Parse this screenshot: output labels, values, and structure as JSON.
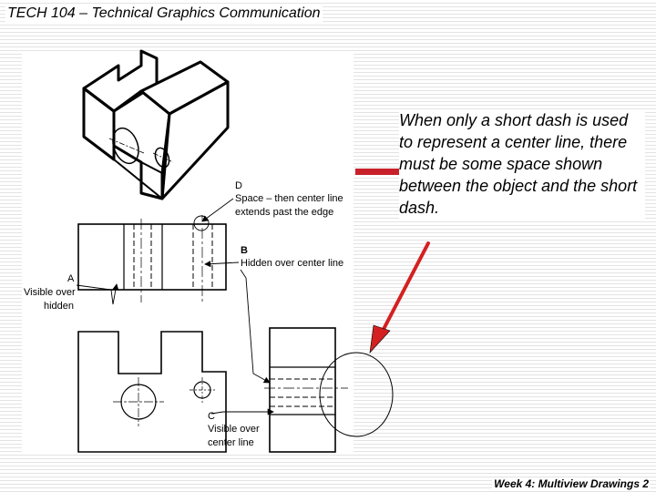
{
  "slide": {
    "title": "TECH 104 – Technical Graphics Communication",
    "footer": "Week 4: Multiview Drawings 2",
    "note": "When only a short dash is used to represent a center line, there must be some space shown between the object and the short dash."
  },
  "callouts": {
    "d_letter": "D",
    "d_line1": "Space – then center line",
    "d_line2": "extends past the edge",
    "b_letter": "B",
    "b_text": "Hidden over center line",
    "a_letter": "A",
    "a_line1": "Visible over",
    "a_line2": "hidden",
    "c_letter": "C",
    "c_line1": "Visible over",
    "c_line2": "center line"
  },
  "colors": {
    "arrow": "#d42020",
    "accent_bar": "#c8202a",
    "stripe": "#e3e3e3"
  }
}
